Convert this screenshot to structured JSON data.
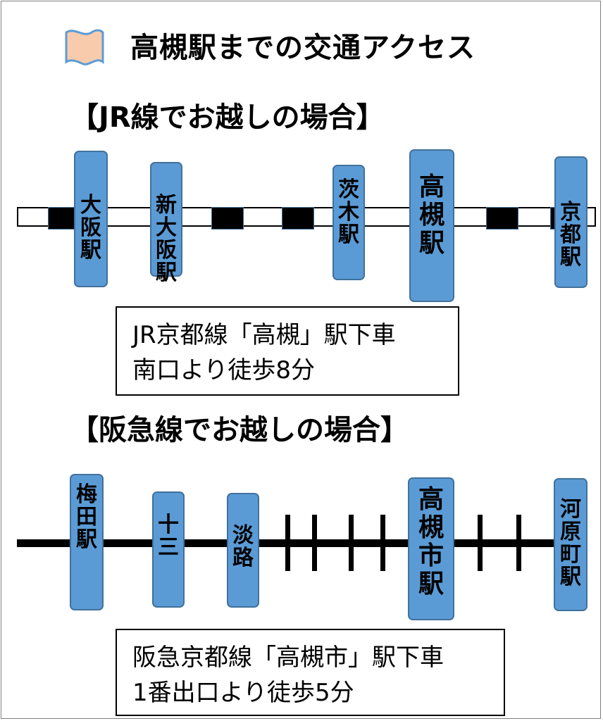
{
  "title": "高槻駅までの交通アクセス",
  "jr": {
    "heading": "【JR線でお越しの場合】",
    "stations": [
      "大阪駅",
      "新大阪駅",
      "茨木駅",
      "高槻駅",
      "京都駅"
    ],
    "info": [
      "JR京都線「高槻」駅下車",
      "南口より徒歩8分"
    ]
  },
  "hankyu": {
    "heading": "【阪急線でお越しの場合】",
    "stations": [
      "梅田駅",
      "十三",
      "淡路",
      "高槻市駅",
      "河原町駅"
    ],
    "info": [
      "阪急京都線「高槻市」駅下車",
      "1番出口より徒歩5分"
    ]
  },
  "colors": {
    "station_fill": "#5b9bd5",
    "station_border": "#41719c",
    "flag_fill": "#f8cbad",
    "flag_border": "#5b9bd5"
  },
  "icons": {
    "flag": "flag-icon"
  }
}
